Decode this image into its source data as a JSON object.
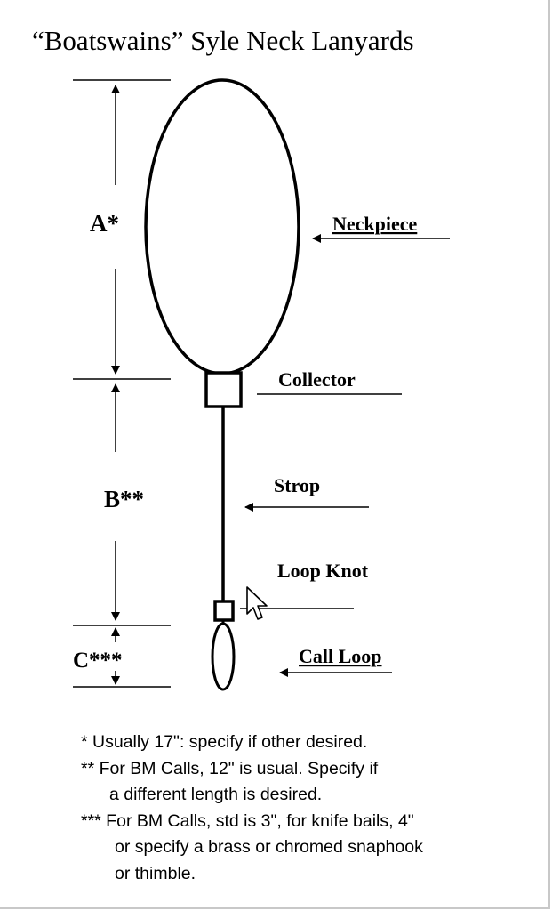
{
  "title": "“Boatswains” Syle Neck Lanyards",
  "dimensions": {
    "a": "A*",
    "b": "B**",
    "c": "C***"
  },
  "parts": {
    "neckpiece": "Neckpiece",
    "collector": "Collector",
    "strop": "Strop",
    "loop_knot": "Loop Knot",
    "call_loop": "Call Loop"
  },
  "notes": {
    "note1": "*  Usually 17\": specify if other desired.",
    "note2": "** For BM Calls, 12\" is usual.  Specify if",
    "note2b": "a different length is desired.",
    "note3": "*** For BM Calls, std is 3\", for knife bails, 4\"",
    "note3b": "or specify a brass or chromed snaphook",
    "note3c": "or thimble."
  },
  "icons": {
    "cursor": "mouse-pointer-icon"
  }
}
